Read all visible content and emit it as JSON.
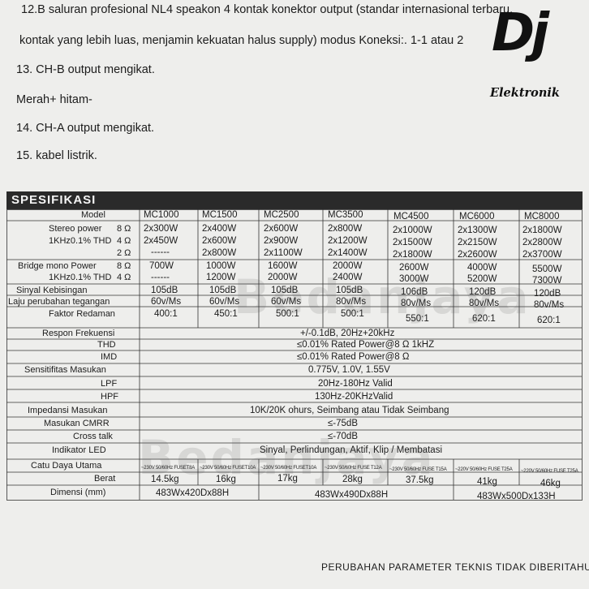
{
  "intro": {
    "lines": [
      "12.B saluran profesional NL4 speakon 4 kontak konektor output (standar internasional terbaru,",
      "kontak yang lebih luas, menjamin kekuatan halus supply) modus Koneksi:. 1-1 atau 2",
      "13. CH-B output mengikat.",
      "Merah+ hitam-",
      "14. CH-A output mengikat.",
      "15. kabel listrik."
    ]
  },
  "logo": {
    "main": "Dj",
    "sub": "Elektronik"
  },
  "section_title": "SPESIFIKASI",
  "models": [
    "MC1000",
    "MC1500",
    "MC2500",
    "MC3500",
    "MC4500",
    "MC6000",
    "MC8000"
  ],
  "labels": {
    "model": "Model",
    "stereo_power": "Stereo power",
    "thd_1khz": "1KHz0.1% THD",
    "ohm8": "8 Ω",
    "ohm4": "4 Ω",
    "ohm2": "2 Ω",
    "bridge_mono": "Bridge mono Power",
    "snr": "Sinyal Kebisingan",
    "slew": "Laju perubahan tegangan",
    "damping": "Faktor Redaman",
    "freq": "Respon Frekuensi",
    "thd": "THD",
    "imd": "IMD",
    "sens": "Sensitifitas Masukan",
    "lpf": "LPF",
    "hpf": "HPF",
    "imp": "Impedansi Masukan",
    "cmrr": "Masukan CMRR",
    "cross": "Cross talk",
    "led": "Indikator LED",
    "power": "Catu Daya Utama",
    "weight": "Berat",
    "dim": "Dimensi (mm)"
  },
  "stereo": {
    "ohm8": [
      "2x300W",
      "2x400W",
      "2x600W",
      "2x800W",
      "2x1000W",
      "2x1300W",
      "2x1800W"
    ],
    "ohm4": [
      "2x450W",
      "2x600W",
      "2x900W",
      "2x1200W",
      "2x1500W",
      "2x2150W",
      "2x2800W"
    ],
    "ohm2": [
      "------",
      "2x800W",
      "2x1100W",
      "2x1400W",
      "2x1800W",
      "2x2600W",
      "2x3700W"
    ]
  },
  "bridge": {
    "ohm8": [
      "700W",
      "1000W",
      "1600W",
      "2000W",
      "2600W",
      "4000W",
      "5500W"
    ],
    "ohm4": [
      "------",
      "1200W",
      "2000W",
      "2400W",
      "3000W",
      "5200W",
      "7300W"
    ]
  },
  "snr": [
    "105dB",
    "105dB",
    "105dB",
    "105dB",
    "106dB",
    "120dB",
    "120dB"
  ],
  "slew": [
    "60v/Ms",
    "60v/Ms",
    "60v/Ms",
    "80v/Ms",
    "80v/Ms",
    "80v/Ms",
    "80v/Ms"
  ],
  "damping": [
    "400:1",
    "450:1",
    "500:1",
    "500:1",
    "550:1",
    "620:1",
    "620:1"
  ],
  "shared": {
    "freq": "+/-0.1dB, 20Hz+20kHz",
    "thd": "≤0.01% Rated Power@8 Ω 1kHZ",
    "imd": "≤0.01% Rated Power@8 Ω",
    "sens": "0.775V, 1.0V, 1.55V",
    "lpf": "20Hz-180Hz Valid",
    "hpf": "130Hz-20KHzValid",
    "imp": "10K/20K ohurs, Seimbang atau Tidak Seimbang",
    "cmrr": "≤-75dB",
    "cross": "≤-70dB",
    "led": "Sinyal, Perlindungan, Aktif, Klip / Membatasi"
  },
  "power": [
    "~230V 50/60Hz FUSET8A",
    "~230V 50/60Hz FUSET10A",
    "~230V 50/60Hz FUSET10A",
    "~230V 50/60Hz FUSE T12A",
    "~230V 50/60Hz FUSE T15A",
    "~220V 50/60Hz FUSE T25A",
    "~220V 50/60Hz FUSE T25A"
  ],
  "weight": [
    "14.5kg",
    "16kg",
    "17kg",
    "28kg",
    "37.5kg",
    "41kg",
    "46kg"
  ],
  "dims": [
    "483Wx420Dx88H",
    "483Wx490Dx88H",
    "483Wx500Dx133H"
  ],
  "watermark": [
    "Bedanjaya",
    "Bedanjaya"
  ],
  "footer": "PERUBAHAN PARAMETER TEKNIS TIDAK DIBERITAHU"
}
